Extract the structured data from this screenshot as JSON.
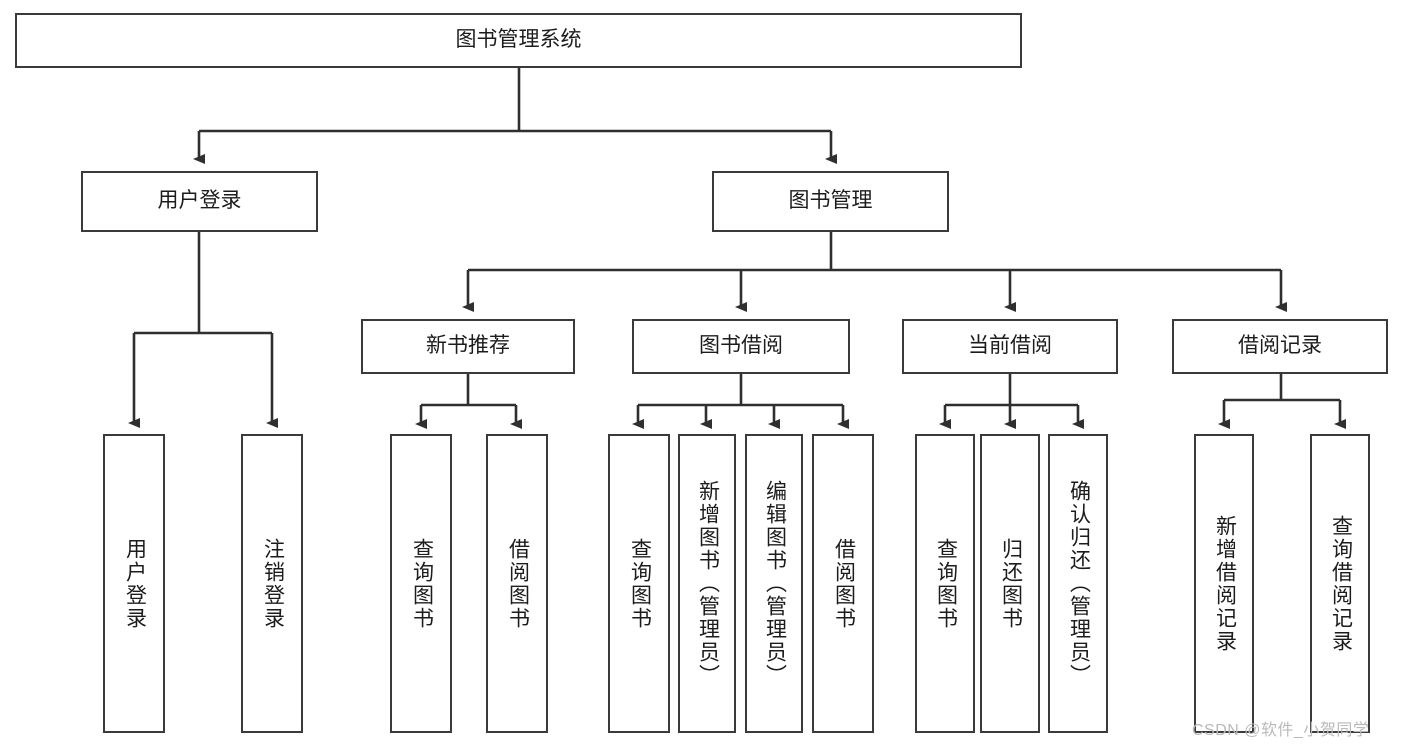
{
  "diagram": {
    "title": "图书管理系统",
    "type": "hierarchy-tree",
    "root": {
      "id": "root",
      "label": "图书管理系统"
    },
    "level2": [
      {
        "id": "user-login",
        "label": "用户登录"
      },
      {
        "id": "book-manage",
        "label": "图书管理"
      }
    ],
    "level3": [
      {
        "id": "new-book-recommend",
        "label": "新书推荐"
      },
      {
        "id": "book-borrow",
        "label": "图书借阅"
      },
      {
        "id": "current-borrow",
        "label": "当前借阅"
      },
      {
        "id": "borrow-record",
        "label": "借阅记录"
      }
    ],
    "leaves": [
      {
        "id": "leaf-user-login",
        "label": "用户登录",
        "parent": "user-login"
      },
      {
        "id": "leaf-logout-login",
        "label": "注销登录",
        "parent": "user-login"
      },
      {
        "id": "leaf-query-book-1",
        "label": "查询图书",
        "parent": "new-book-recommend"
      },
      {
        "id": "leaf-borrow-book-1",
        "label": "借阅图书",
        "parent": "new-book-recommend"
      },
      {
        "id": "leaf-query-book-2",
        "label": "查询图书",
        "parent": "book-borrow"
      },
      {
        "id": "leaf-add-book",
        "label": "新增图书（管理员）",
        "parent": "book-borrow"
      },
      {
        "id": "leaf-edit-book",
        "label": "编辑图书（管理员）",
        "parent": "book-borrow"
      },
      {
        "id": "leaf-borrow-book-2",
        "label": "借阅图书",
        "parent": "book-borrow"
      },
      {
        "id": "leaf-query-book-3",
        "label": "查询图书",
        "parent": "current-borrow"
      },
      {
        "id": "leaf-return-book",
        "label": "归还图书",
        "parent": "current-borrow"
      },
      {
        "id": "leaf-confirm-return",
        "label": "确认归还（管理员）",
        "parent": "current-borrow"
      },
      {
        "id": "leaf-add-record",
        "label": "新增借阅记录",
        "parent": "borrow-record"
      },
      {
        "id": "leaf-query-record",
        "label": "查询借阅记录",
        "parent": "borrow-record"
      }
    ],
    "colors": {
      "box_border": "#3a3a3a",
      "box_fill": "#ffffff",
      "connector": "#2f2f2f",
      "text": "#1c1c1c",
      "watermark": "#b9b9b9"
    }
  },
  "watermark": {
    "text": "CSDN @软件_小贺同学"
  }
}
